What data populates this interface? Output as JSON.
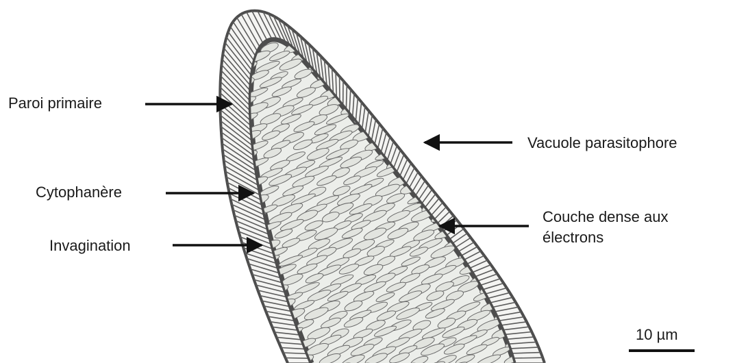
{
  "labels": {
    "paroi_primaire": "Paroi primaire",
    "cytophanere": "Cytophanère",
    "invagination": "Invagination",
    "vacuole_parasitophore": "Vacuole parasitophore",
    "couche_dense_line1": "Couche dense aux",
    "couche_dense_line2": "électrons",
    "scale_bar": "10 µm"
  },
  "colors": {
    "ink": "#1a1a1a",
    "wall": "#5a5a5a",
    "cytoplasm": "#eceeea"
  }
}
